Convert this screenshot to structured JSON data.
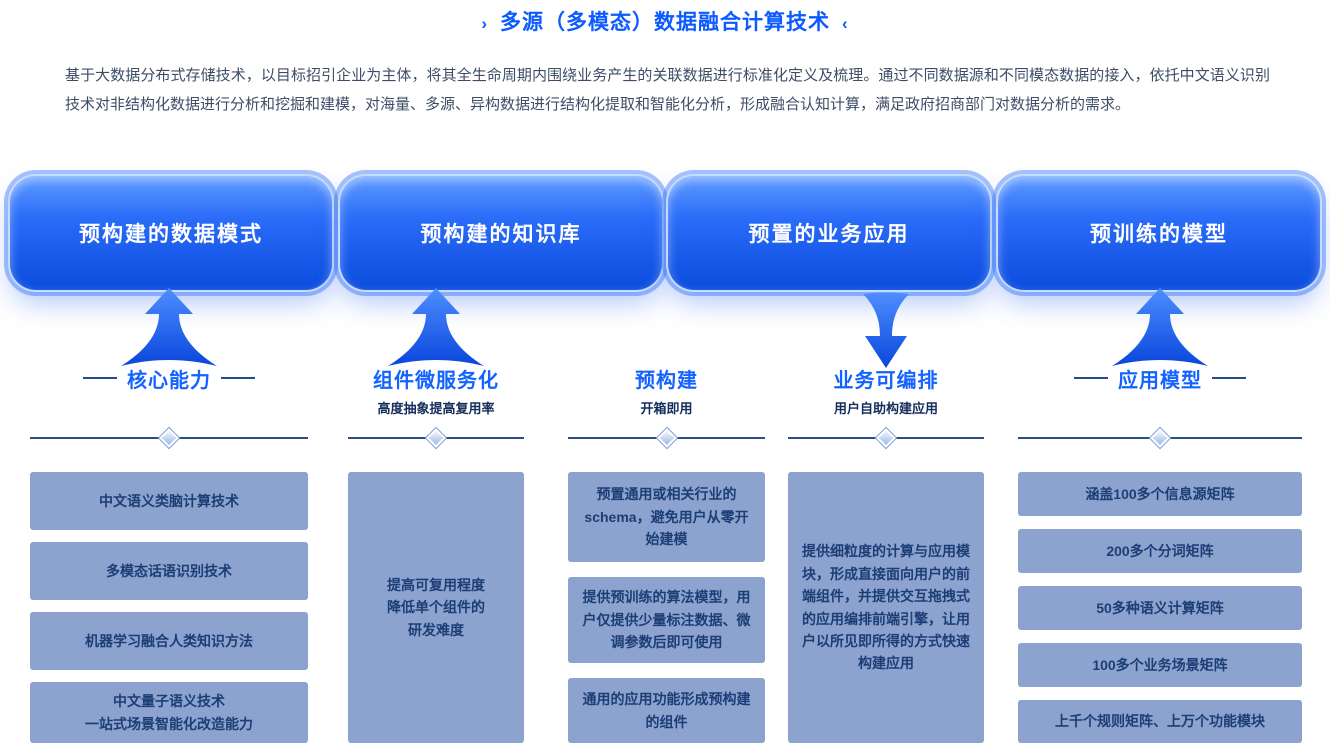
{
  "title": {
    "text": "多源（多模态）数据融合计算技术",
    "left_mark": "›",
    "right_mark": "‹"
  },
  "description": "基于大数据分布式存储技术，以目标招引企业为主体，将其全生命周期内围绕业务产生的关联数据进行标准化定义及梳理。通过不同数据源和不同模态数据的接入，依托中文语义识别技术对非结构化数据进行分析和挖掘和建模，对海量、多源、异构数据进行结构化提取和智能化分析，形成融合认知计算，满足政府招商部门对数据分析的需求。",
  "top_boxes": [
    {
      "label": "预构建的数据模式"
    },
    {
      "label": "预构建的知识库"
    },
    {
      "label": "预置的业务应用"
    },
    {
      "label": "预训练的模型"
    }
  ],
  "columns": [
    {
      "header": "核心能力",
      "subtitle": "",
      "arrow": "up",
      "items": [
        "中文语义类脑计算技术",
        "多模态话语识别技术",
        "机器学习融合人类知识方法",
        "中文量子语义技术\n一站式场景智能化改造能力"
      ]
    },
    {
      "header": "组件微服务化",
      "subtitle": "高度抽象提高复用率",
      "arrow": "up",
      "items": [
        "提高可复用程度\n降低单个组件的\n研发难度"
      ]
    },
    {
      "header": "预构建",
      "subtitle": "开箱即用",
      "arrow": "none",
      "items": [
        "预置通用或相关行业的schema，避免用户从零开始建模",
        "提供预训练的算法模型，用户仅提供少量标注数据、微调参数后即可使用",
        "通用的应用功能形成预构建的组件"
      ]
    },
    {
      "header": "业务可编排",
      "subtitle": "用户自助构建应用",
      "arrow": "down",
      "items": [
        "提供细粒度的计算与应用模块，形成直接面向用户的前端组件，并提供交互拖拽式的应用编排前端引擎，让用户以所见即所得的方式快速构建应用"
      ]
    },
    {
      "header": "应用模型",
      "subtitle": "",
      "arrow": "up",
      "items": [
        "涵盖100多个信息源矩阵",
        "200多个分词矩阵",
        "50多种语义计算矩阵",
        "100多个业务场景矩阵",
        "上千个规则矩阵、上万个功能模块"
      ]
    }
  ],
  "colors": {
    "accent_blue": "#0B5BFF",
    "header_blue": "#1463FF",
    "top_box_gradient_top": "#5E9AFF",
    "top_box_gradient_bottom": "#0B4CDE",
    "cell_background": "#8CA3CF",
    "cell_text": "#1C3E75",
    "subtitle_navy": "#142E5C"
  }
}
